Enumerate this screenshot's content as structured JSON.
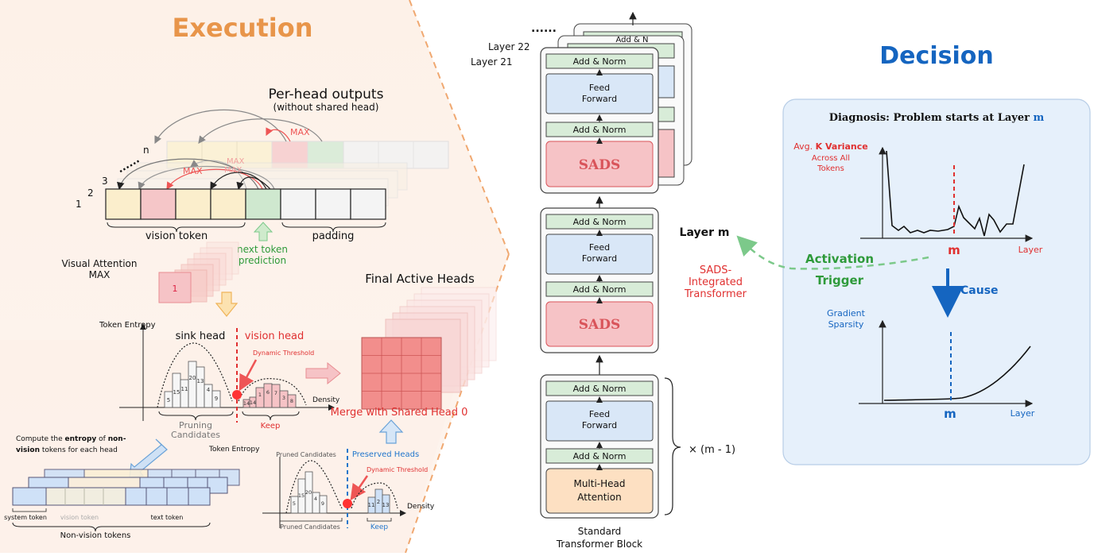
{
  "execution": {
    "title": "Execution",
    "per_head_title": "Per-head outputs",
    "per_head_subtitle": "(without shared head)",
    "max_label": "MAX",
    "head_indices": [
      "1",
      "2",
      "3",
      "n"
    ],
    "dots": "......",
    "vision_token_label": "vision token",
    "padding_label": "padding",
    "next_token_prediction": "next token\nprediction",
    "visual_attention_max": "Visual Attention\nMAX",
    "small_stack_label": "1",
    "final_active_heads": "Final Active Heads",
    "token_entropy": "Token Entropy",
    "sink_head": "sink head",
    "vision_head": "vision head",
    "dynamic_threshold": "Dynamic Threshold",
    "density": "Density",
    "pruning_candidates": "Pruning\nCandidates",
    "keep": "Keep",
    "merge_label": "Merge with Shared Head 0",
    "bar_values_left": [
      "5",
      "15",
      "11",
      "20",
      "13",
      "4",
      "9"
    ],
    "bar_values_right": [
      "14",
      "14",
      "1",
      "6",
      "7",
      "3",
      "8"
    ],
    "compute_entropy": "Compute the entropy of non-\nvision tokens for each head",
    "system_token": "system token",
    "vision_token_small": "vision token",
    "text_token": "text token",
    "non_vision_tokens": "Non-vision tokens",
    "pruned_candidates": "Pruned Candidates",
    "preserved_heads": "Preserved Heads",
    "bar_values_bottom_left": [
      "5",
      "15",
      "20",
      "4",
      "9"
    ],
    "bar_values_bottom_right": [
      "11",
      "2",
      "13"
    ]
  },
  "transformer": {
    "dots": "......",
    "layer22": "Layer 22",
    "layer21": "Layer 21",
    "add_norm": "Add & Norm",
    "feed_forward": "Feed\nForward",
    "sads": "SADS",
    "multi_head": "Multi-Head\nAttention",
    "repeat": "× (m - 1)",
    "standard_block": "Standard\nTransformer Block",
    "sads_integrated": "SADS-\nIntegrated\nTransformer",
    "layer_m": "Layer m"
  },
  "decision": {
    "title": "Decision",
    "diagnosis": "Diagnosis: Problem starts at Layer ",
    "diagnosis_m": "m",
    "avg_k_variance": "Avg. K Variance\nAcross All\nTokens",
    "m_label": "m",
    "layer_label": "Layer",
    "cause": "Cause",
    "gradient_sparsity": "Gradient\nSparsity",
    "activation": "Activation",
    "trigger": "Trigger"
  },
  "colors": {
    "execution_orange": "#e8954a",
    "decision_blue": "#1565c0",
    "sads_red": "#d9545a",
    "green": "#2e9a3a"
  }
}
